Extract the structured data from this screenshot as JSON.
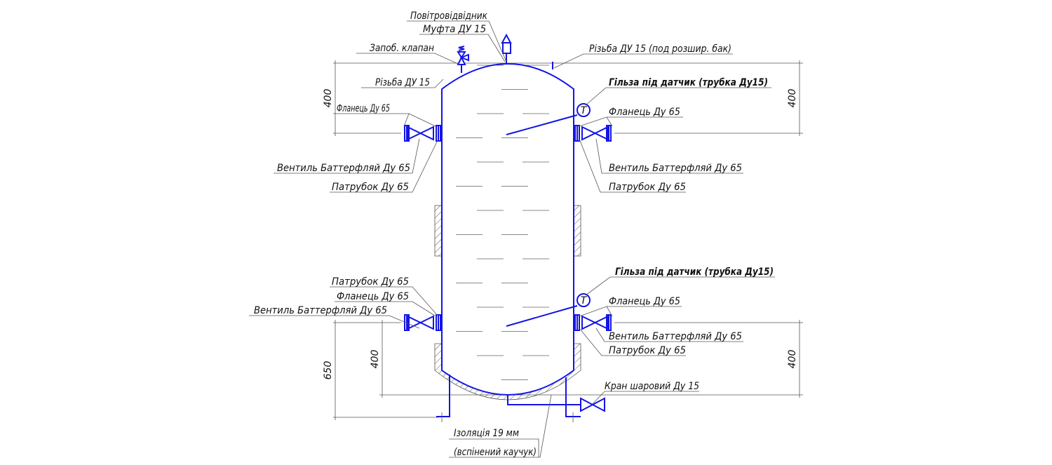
{
  "labels": {
    "air_vent": "Повітровідвідник",
    "coupling": "Муфта ДУ 15",
    "safety_valve": "Запоб. клапан",
    "thread_expansion": "Різьба ДУ 15 (под розшир. бак)",
    "thread": "Різьба ДУ 15",
    "sensor_upper": "Гільза під датчик (трубка Ду15)",
    "flange_ul": "Фланець Ду 65",
    "flange_ur": "Фланець Ду 65",
    "valve_ul": "Вентиль Баттерфляй Ду 65",
    "pipe_ul": "Патрубок Ду 65",
    "valve_ur": "Вентиль Баттерфляй Ду 65",
    "pipe_ur": "Патрубок Ду 65",
    "pipe_ll": "Патрубок Ду 65",
    "flange_ll": "Фланець Ду 65",
    "valve_ll": "Вентиль Баттерфляй Ду 65",
    "sensor_lower": "Гільза під датчик (трубка Ду15)",
    "flange_lr": "Фланець Ду 65",
    "valve_lr": "Вентиль Баттерфляй Ду 65",
    "pipe_lr": "Патрубок Ду 65",
    "ball_valve": "Кран шаровий Ду 15",
    "insulation_1": "Ізоляція 19 мм",
    "insulation_2": "(вспінений каучук)",
    "sensor_symbol": "T"
  },
  "dimensions": {
    "top_left": "400",
    "top_right": "400",
    "bottom_left_outer": "650",
    "bottom_left_inner": "400",
    "bottom_right": "400"
  },
  "colors": {
    "pipe": "#1414e6",
    "lines": "#555555"
  }
}
